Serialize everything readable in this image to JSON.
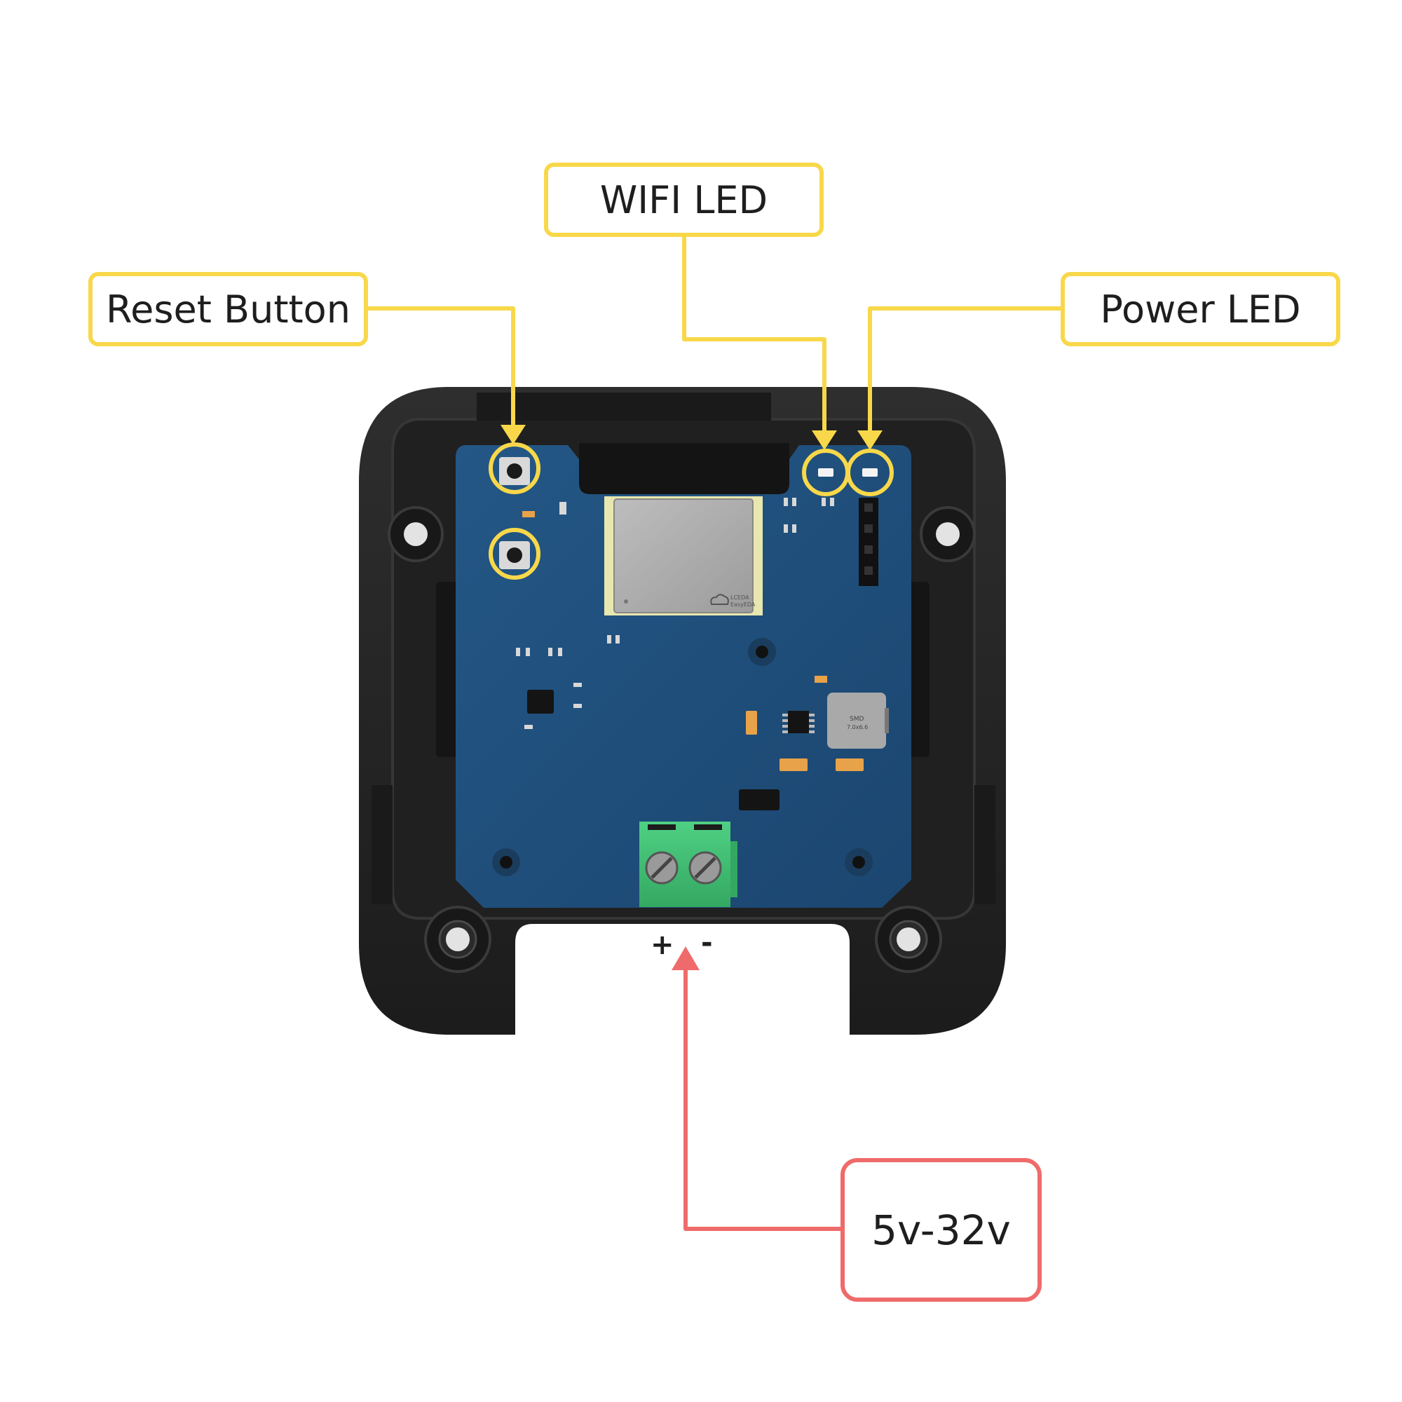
{
  "callouts": {
    "wifi_led": "WIFI LED",
    "reset_button": "Reset Button",
    "power_led": "Power LED",
    "voltage": "5v-32v"
  },
  "terminal": {
    "plus": "+",
    "minus": "-"
  },
  "chip_marking": {
    "line1": "LCEDA",
    "line2": "EasyEDA"
  },
  "inductor_marking": {
    "line1": "SMD",
    "line2": "7.0x6.6"
  },
  "colors": {
    "callout_yellow": "#f8d84a",
    "callout_red": "#ef6b6b",
    "pcb_blue": "#1f4f79",
    "enclosure_black": "#262626",
    "terminal_green": "#3fbf72"
  }
}
